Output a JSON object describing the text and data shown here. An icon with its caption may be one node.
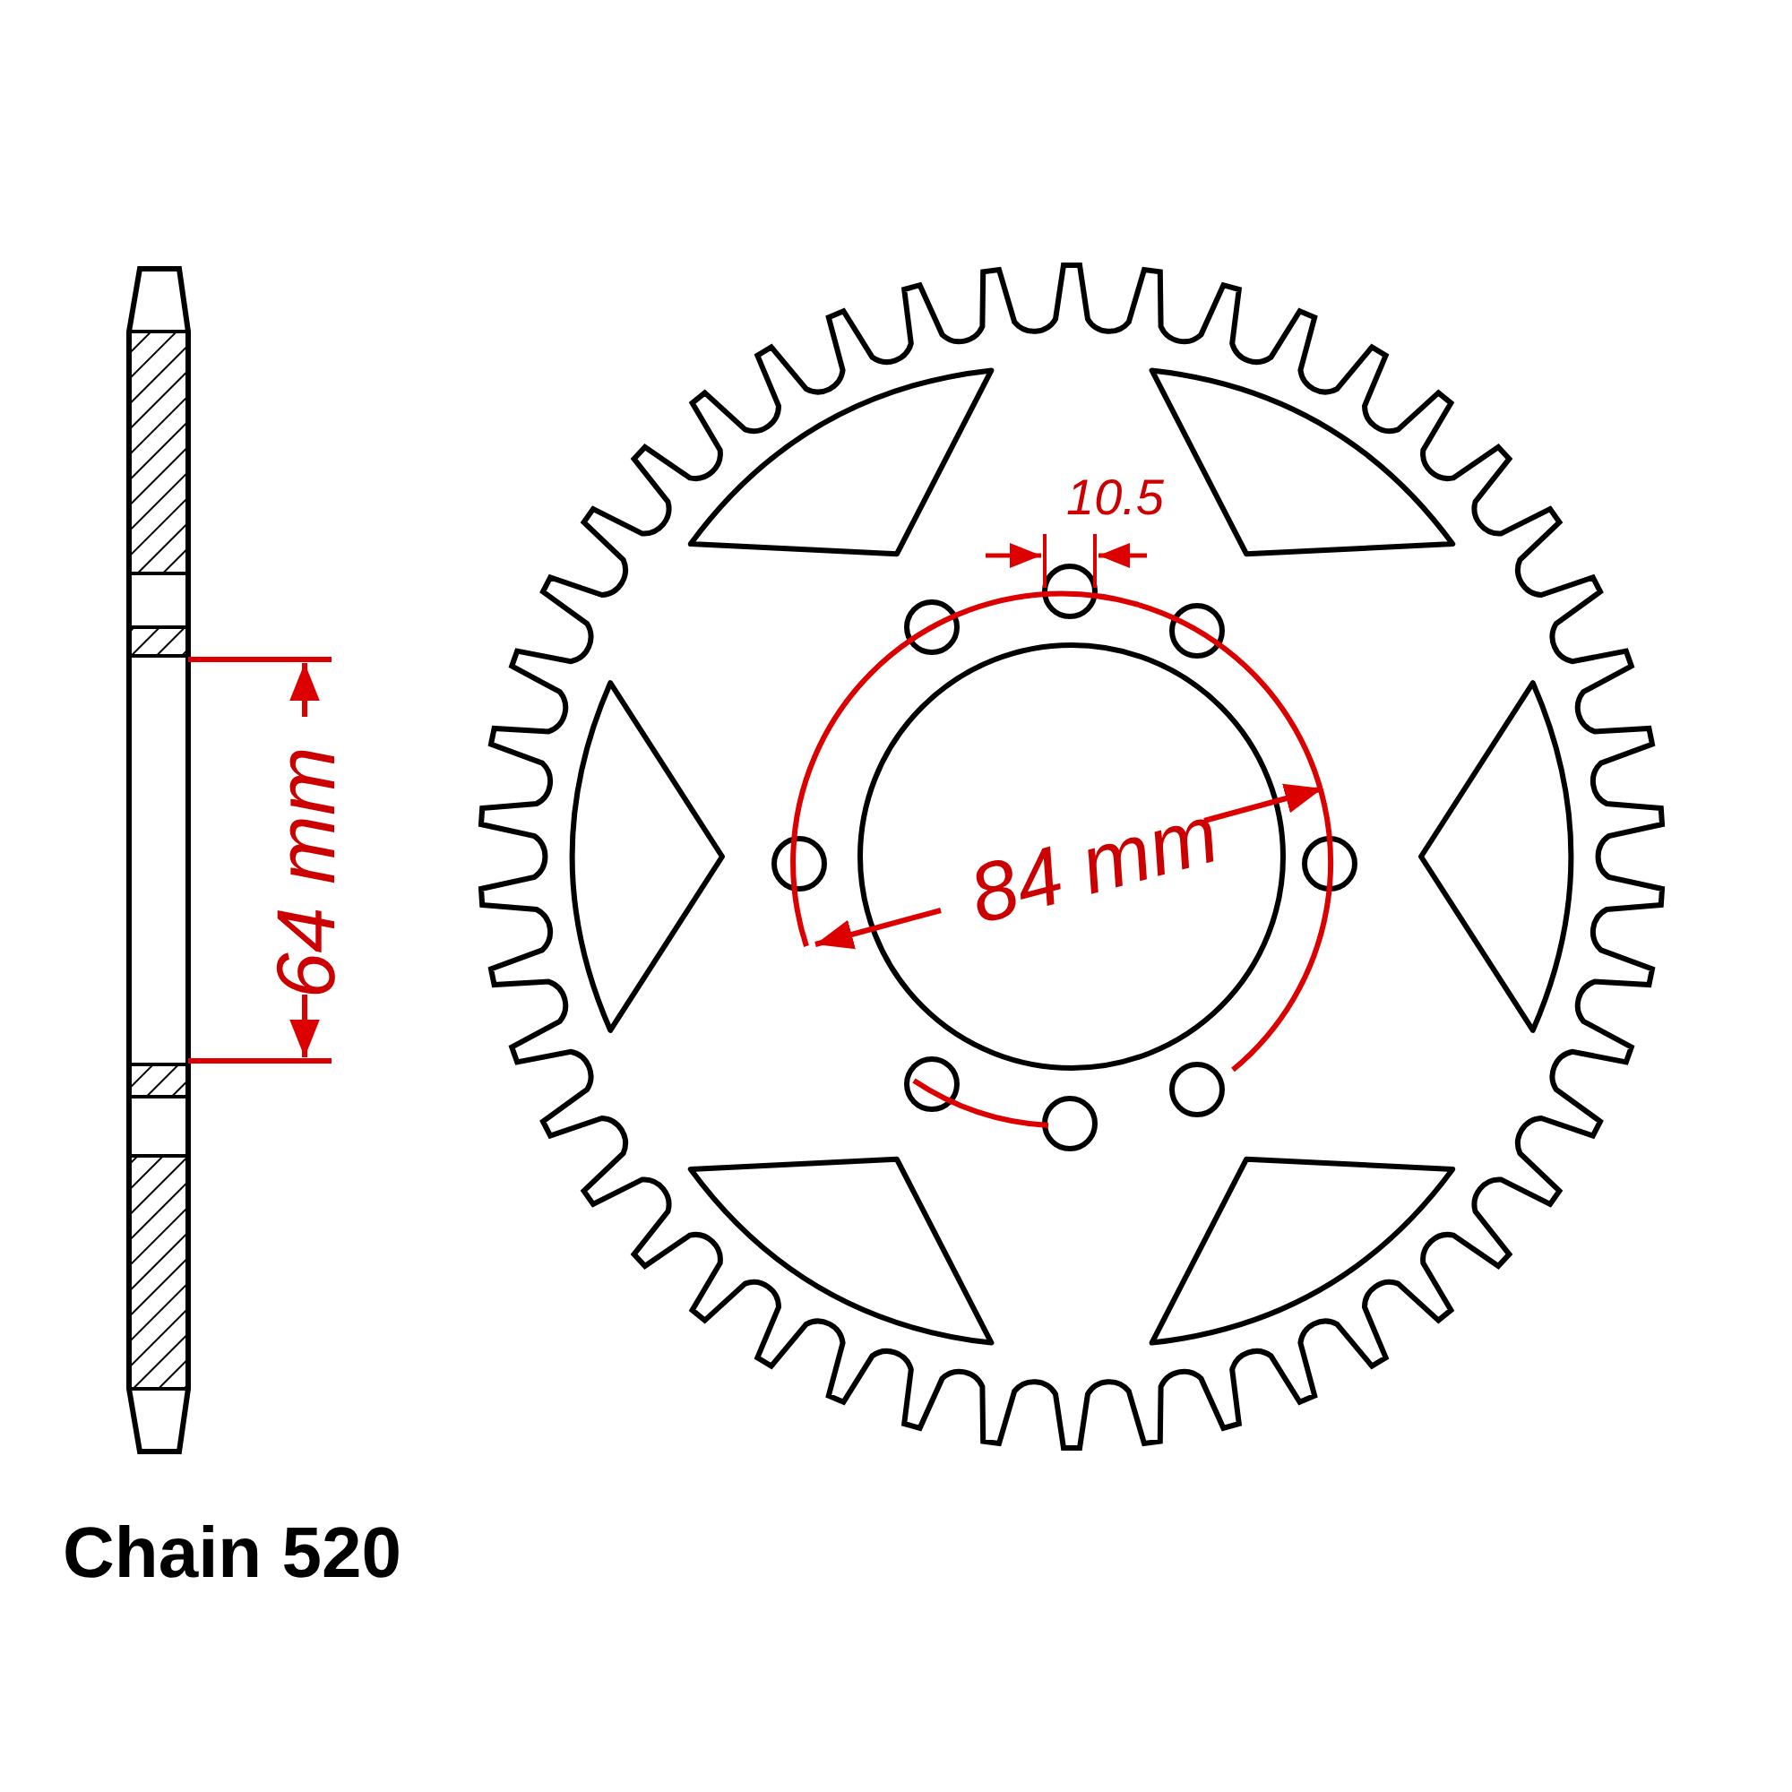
{
  "diagram": {
    "labels": [
      "64 mm",
      "10.5",
      "84 mm",
      "Chain 520"
    ]
  }
}
